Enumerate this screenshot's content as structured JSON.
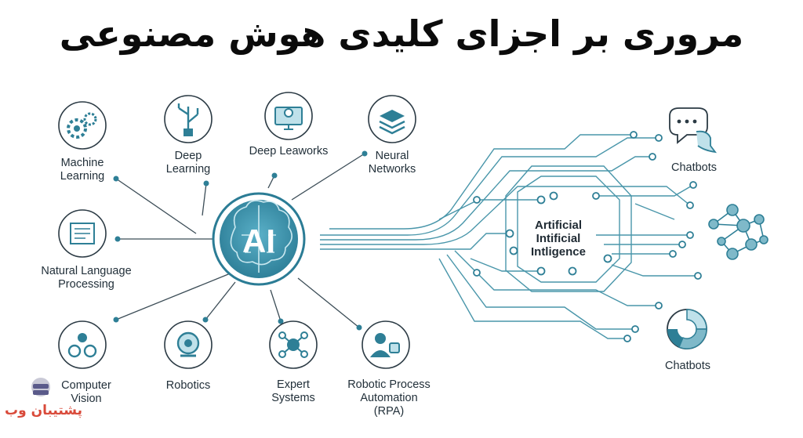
{
  "title": "مروری بر اجزای کلیدی هوش مصنوعی",
  "colors": {
    "primary": "#3a8fa8",
    "line": "#3f8ea3",
    "light": "#bfe1ea",
    "node": "#ffffff"
  },
  "center": {
    "label": "AI",
    "icon": "brain-icon"
  },
  "nodes": [
    {
      "id": "machine-learning",
      "lines": [
        "Machine",
        "Learning"
      ],
      "icon": "gears-icon"
    },
    {
      "id": "deep-learning",
      "lines": [
        "Deep",
        "Learning"
      ],
      "icon": "circuit-tree-icon"
    },
    {
      "id": "deep-leaworks",
      "lines": [
        "Deep Leaworks"
      ],
      "icon": "monitor-pin-icon"
    },
    {
      "id": "neural-networks",
      "lines": [
        "Neural",
        "Networks"
      ],
      "icon": "layers-icon"
    },
    {
      "id": "nlp",
      "lines": [
        "Natural Language",
        "Processing"
      ],
      "icon": "document-icon"
    },
    {
      "id": "computer-vision",
      "lines": [
        "Computer",
        "Vision"
      ],
      "icon": "eye-nodes-icon"
    },
    {
      "id": "robotics",
      "lines": [
        "Robotics"
      ],
      "icon": "robot-head-icon"
    },
    {
      "id": "expert-systems",
      "lines": [
        "Expert",
        "Systems"
      ],
      "icon": "network-hub-icon"
    },
    {
      "id": "rpa",
      "lines": [
        "Robotic Process",
        "Automation",
        "(RPA)"
      ],
      "icon": "person-robot-icon"
    }
  ],
  "core": {
    "lines": [
      "Artificial",
      "Intificial",
      "Intligence"
    ]
  },
  "right": [
    {
      "id": "chatbots-top",
      "label": "Chatbots",
      "icon": "speech-bubble-icon"
    },
    {
      "id": "network",
      "label": "",
      "icon": "node-network-icon"
    },
    {
      "id": "chatbots-bottom",
      "label": "Chatbots",
      "icon": "donut-chart-icon"
    }
  ],
  "watermark": "پشتیبان وب"
}
